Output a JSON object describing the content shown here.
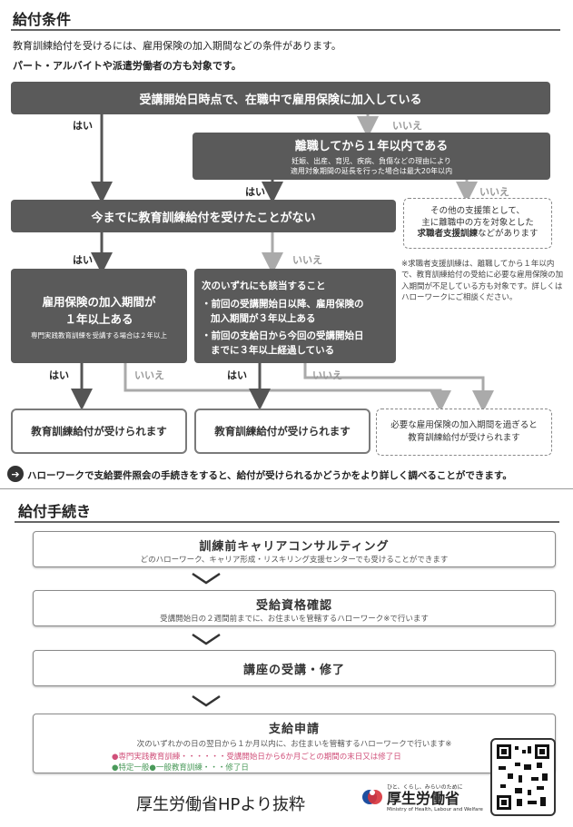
{
  "section1": {
    "title": "給付条件",
    "intro": "教育訓練給付を受けるには、雇用保険の加入期間などの条件があります。",
    "note": "パート・アルバイトや派遣労働者の方も対象です。"
  },
  "flow": {
    "q1": "受講開始日時点で、在職中で雇用保険に加入している",
    "q2_title": "離職してから１年以内である",
    "q2_sub1": "妊娠、出産、育児、疾病、負傷などの理由により",
    "q2_sub2": "適用対象期間の延長を行った場合は最大20年以内",
    "q3": "今までに教育訓練給付を受けたことがない",
    "other_line1": "その他の支援策として、",
    "other_line2": "主に離職中の方を対象とした",
    "other_bold": "求職者支援訓練",
    "other_tail": "などがあります",
    "memo": "※求職者支援訓練は、離職してから１年以内で、教育訓練給付の受給に必要な雇用保険の加入期間が不足している方も対象です。詳しくはハローワークにご相談ください。",
    "q4_title1": "雇用保険の加入期間が",
    "q4_title2": "１年以上ある",
    "q4_sub": "専門実践教育訓練を受講する場合は２年以上",
    "q5_head": "次のいずれにも該当すること",
    "q5_item1a": "・前回の受講開始日以降、雇用保険の",
    "q5_item1b": "加入期間が３年以上ある",
    "q5_item2a": "・前回の支給日から今回の受講開始日",
    "q5_item2b": "までに３年以上経過している",
    "result1": "教育訓練給付が受けられます",
    "result2": "教育訓練給付が受けられます",
    "result3_line1": "必要な雇用保険の加入期間を過ぎると",
    "result3_line2": "教育訓練給付が受けられます",
    "yes": "はい",
    "no": "いいえ",
    "hint": "ハローワークで支給要件照会の手続きをすると、給付が受けられるかどうかをより詳しく調べることができます。"
  },
  "section2": {
    "title": "給付手続き",
    "steps": [
      {
        "title": "訓練前キャリアコンサルティング",
        "sub": "どのハローワーク、キャリア形成・リスキリング支援センターでも受けることができます"
      },
      {
        "title": "受給資格確認",
        "sub": "受講開始日の２週間前までに、お住まいを管轄するハローワーク※で行います"
      },
      {
        "title": "講座の受講・修了",
        "sub": ""
      },
      {
        "title": "支給申請",
        "sub": "次のいずれかの日の翌日から１か月以内に、お住まいを管轄するハローワークで行います※"
      }
    ],
    "bullet1": "●専門実践教育訓練・・・・・・受講開始日から6か月ごとの期間の末日又は修了日",
    "bullet2_a": "●特定一般",
    "bullet2_b": "●一般教育訓練・・・修了日"
  },
  "footer": {
    "credit": "厚生労働省HPより抜粋",
    "logo_small": "ひと、くらし、みらいのために",
    "logo_main": "厚生労働省",
    "logo_en": "Ministry of Health, Labour and Welfare"
  },
  "colors": {
    "dark_box": "#5a5a5a",
    "line_dark": "#555555",
    "line_light": "#aaaaaa",
    "bullet_pink": "#d0507a",
    "bullet_green": "#4a9a5a"
  }
}
